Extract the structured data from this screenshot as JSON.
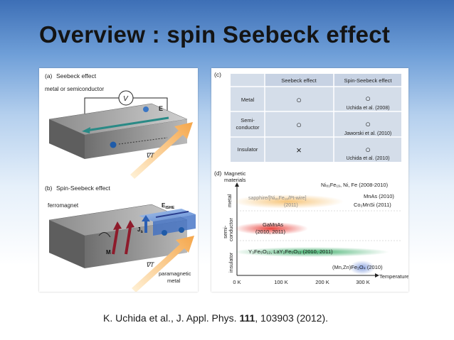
{
  "slide": {
    "title": "Overview : spin Seebeck effect"
  },
  "panel_a": {
    "label": "(a)",
    "heading": "Seebeck effect",
    "material": "metal or semiconductor",
    "voltage": "V",
    "field": "E",
    "gradient": "∇T"
  },
  "panel_b": {
    "label": "(b)",
    "heading": "Spin-Seebeck effect",
    "material": "ferromagnet",
    "field": "E",
    "field_sub": "ISHE",
    "current": "J",
    "current_sub": "s",
    "magnetization": "M",
    "gradient": "∇T",
    "contact_line1": "paramagnetic",
    "contact_line2": "metal"
  },
  "panel_c": {
    "label": "(c)",
    "headers": [
      "Seebeck effect",
      "Spin-Seebeck effect"
    ],
    "rows": [
      {
        "label": [
          "Metal"
        ],
        "seebeck": "○",
        "spin": "○",
        "ref": "Uchida et al. (2008)"
      },
      {
        "label": [
          "Semi-",
          "conductor"
        ],
        "seebeck": "○",
        "spin": "○",
        "ref": "Jaworski et al. (2010)"
      },
      {
        "label": [
          "Insulator"
        ],
        "seebeck": "×",
        "spin": "○",
        "ref": "Uchida et al. (2010)"
      }
    ]
  },
  "panel_d": {
    "label": "(d)",
    "ylabel_line1": "Magnetic",
    "ylabel_line2": "materials",
    "xlabel": "Temperature",
    "xticks": [
      "0 K",
      "100 K",
      "200 K",
      "300 K"
    ],
    "categories": {
      "metal": "metal",
      "semi1": "semi-",
      "semi2": "conductor",
      "insulator": "insulator"
    },
    "entries": {
      "nife": "Ni₈₁Fe₁₉, Ni, Fe (2008-2010)",
      "sapphire": "sapphire/[Ni₈₁Fe₁₉/Pt-wire]",
      "sapphire_year": "(2011)",
      "mnas": "MnAs (2010)",
      "co2mnsi": "Co₂MnSi (2011)",
      "gamnas": "GaMnAs",
      "gamnas_year": "(2010, 2011)",
      "yig": "Y₃Fe₅O₁₂, LaY₂Fe₅O₁₂ (2010, 2011)",
      "mnzn": "(Mn,Zn)Fe₂O₄ (2010)"
    },
    "colors": {
      "sapphire": "#f6c57a",
      "gamnas": "#e8433d",
      "yig": "#3fae6b",
      "mnzn": "#8aa3e0"
    }
  },
  "citation": {
    "prefix": "K. Uchida et al., J. Appl. Phys. ",
    "volume": "111",
    "suffix": ", 103903 (2012)."
  }
}
